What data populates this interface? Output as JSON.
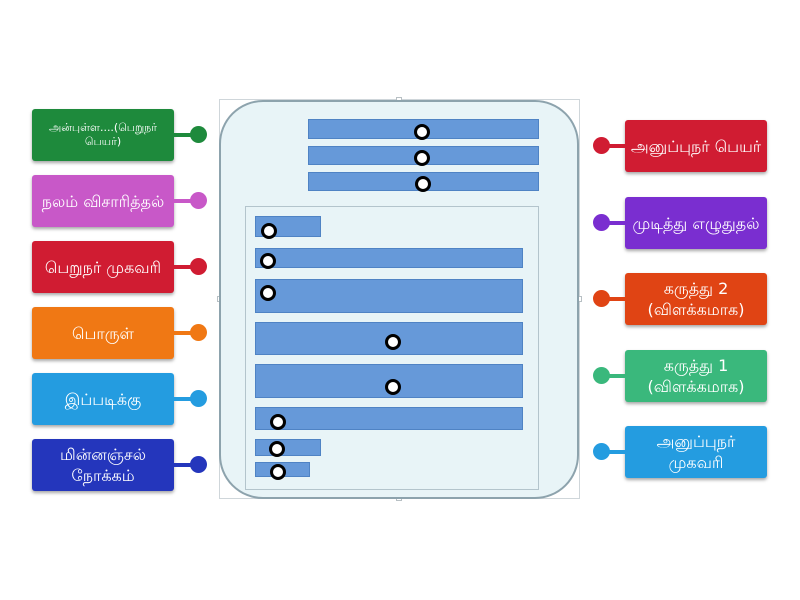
{
  "left_tiles": [
    {
      "label": "அன்புள்ள....(பெறுநர் பெயர்)",
      "color": "#1e8a3c",
      "dot_color": "#1e8a3c",
      "small": true
    },
    {
      "label": "நலம் விசாரித்தல்",
      "color": "#c858c8",
      "dot_color": "#c858c8"
    },
    {
      "label": "பெறுநர் முகவரி",
      "color": "#d01c32",
      "dot_color": "#d01c32"
    },
    {
      "label": "பொருள்",
      "color": "#f07814",
      "dot_color": "#f07814"
    },
    {
      "label": "இப்படிக்கு",
      "color": "#249ce0",
      "dot_color": "#249ce0"
    },
    {
      "label": "மின்னஞ்சல் நோக்கம்",
      "color": "#2436bc",
      "dot_color": "#2436bc"
    }
  ],
  "right_tiles": [
    {
      "label": "அனுப்புநர் பெயர்",
      "color": "#d01c32",
      "dot_color": "#d01c32"
    },
    {
      "label": "முடித்து எழுதுதல்",
      "color": "#7a2ed0",
      "dot_color": "#7a2ed0"
    },
    {
      "label": "கருத்து 2 (விளக்கமாக)",
      "color": "#e04414",
      "dot_color": "#e04414"
    },
    {
      "label": "கருத்து 1 (விளக்கமாக)",
      "color": "#3ab87c",
      "dot_color": "#3ab87c"
    },
    {
      "label": "அனுப்புநர் முகவரி",
      "color": "#249ce0",
      "dot_color": "#249ce0"
    }
  ],
  "colors": {
    "sheet_fill": "#e8f4f7",
    "sheet_border": "#8da3ad",
    "slot_fill": "#6699d9"
  }
}
